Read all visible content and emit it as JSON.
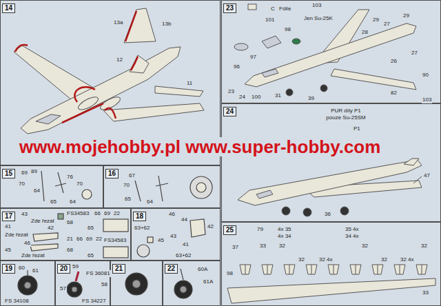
{
  "diagram": {
    "nodes": [
      {
        "text": [
          "14"
        ]
      },
      {
        "text": [
          "15"
        ]
      },
      {
        "text": [
          "16"
        ]
      },
      {
        "text": [
          "17"
        ]
      },
      {
        "text": [
          "18"
        ]
      },
      {
        "text": [
          "19"
        ]
      },
      {
        "text": [
          "20"
        ]
      },
      {
        "text": [
          "21"
        ]
      },
      {
        "text": [
          "22"
        ]
      },
      {
        "text": [
          "23"
        ]
      },
      {
        "text": [
          "24"
        ]
      },
      {
        "text": [
          "25"
        ]
      }
    ],
    "labels": [
      "13a",
      "13b",
      "12",
      "11",
      "www.mojehobby.pl www.super-hobby.com",
      "69",
      "89",
      "70",
      "64",
      "76",
      "70",
      "65",
      "64",
      "67",
      "70",
      "65",
      "64",
      "43",
      "Zde řezat",
      "41",
      "42",
      "Zde řezat",
      "46",
      "45",
      "Zde řezat",
      "FS34583",
      "66",
      "69",
      "22",
      "68",
      "65",
      "21",
      "66",
      "69",
      "22",
      "FS34583",
      "68",
      "65",
      "46",
      "44",
      "42",
      "63+62",
      "43",
      "41",
      "45",
      "63+62",
      "60",
      "61",
      "FS 34108",
      "59",
      "FS 36081",
      "58",
      "57",
      "FS 34227",
      "60A",
      "61A",
      "103",
      "C",
      "Fólie",
      "101",
      "98",
      "Jen Su-25K",
      "29",
      "28",
      "27",
      "29",
      "96",
      "97",
      "23",
      "24",
      "100",
      "31",
      "39",
      "90",
      "82",
      "26",
      "27",
      "103",
      "PUR díly P1 pouze Su-25SM",
      "P1",
      "47",
      "36",
      "79",
      "4x 35",
      "4x 34",
      "35 4x",
      "34 4x",
      "37",
      "33",
      "32",
      "32",
      "32 4x",
      "32",
      "32",
      "32 4x",
      "32",
      "98",
      "33"
    ]
  }
}
